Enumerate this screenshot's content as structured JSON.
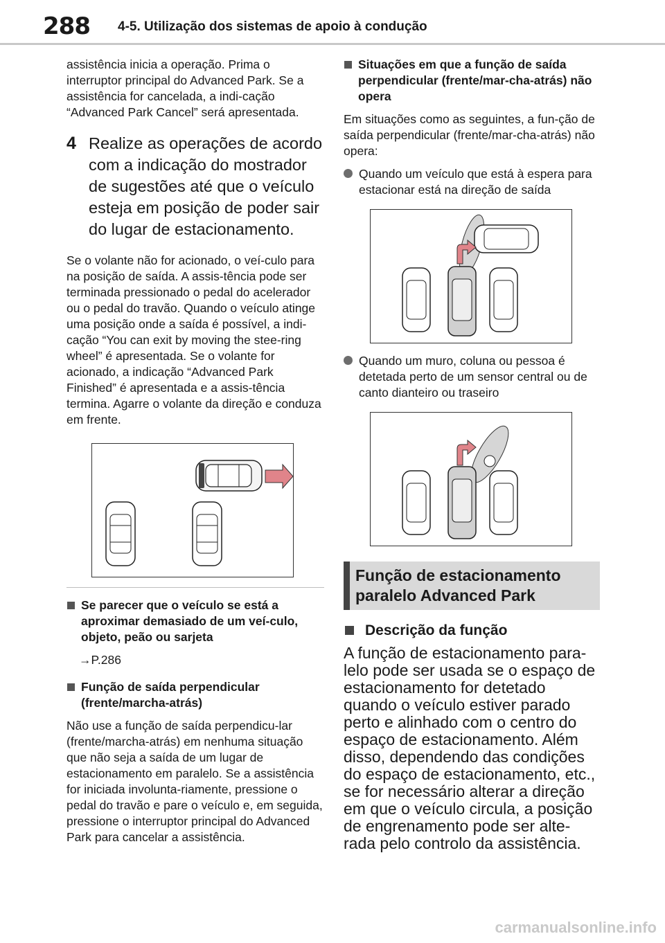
{
  "header": {
    "page_number": "288",
    "title": "4-5. Utilização dos sistemas de apoio à condução"
  },
  "left": {
    "intro": "assistência inicia a operação. Prima o interruptor principal do Advanced Park. Se a assistência for cancelada, a indi-cação “Advanced Park Cancel” será apresentada.",
    "step4_number": "4",
    "step4_text": "Realize as operações de acordo com a indicação do mostrador de sugestões até que o veículo esteja em posição de poder sair do lugar de estacionamento.",
    "step4_body": "Se o volante não for acionado, o veí-culo para na posição de saída. A assis-tência pode ser terminada pressionado o pedal do acelerador ou o pedal do travão. Quando o veículo atinge uma posição onde a saída é possível, a indi-cação “You can exit by moving the stee-ring wheel” é apresentada. Se o volante for acionado, a indicação “Advanced Park Finished” é apresentada e a assis-tência termina. Agarre o volante da direção e conduza em frente.",
    "note1_heading": "Se parecer que o veículo se está a aproximar demasiado de um veí-culo, objeto, peão ou sarjeta",
    "note1_ref": "→P.286",
    "note2_heading": "Função de saída perpendicular (frente/marcha-atrás)",
    "note2_body": "Não use a função de saída perpendicu-lar (frente/marcha-atrás) em nenhuma situação que não seja a saída de um lugar de estacionamento em paralelo. Se a assistência for iniciada involunta-riamente, pressione o pedal do travão e pare o veículo e, em seguida, pressione o interruptor principal do Advanced Park para cancelar a assistência."
  },
  "right": {
    "note3_heading": "Situações em que a função de saída perpendicular (frente/mar-cha-atrás) não opera",
    "note3_body": "Em situações como as seguintes, a fun-ção de saída perpendicular (frente/mar-cha-atrás) não opera:",
    "bullet1": "Quando um veículo que está à espera para estacionar está na direção de saída",
    "bullet2": "Quando um muro, coluna ou pessoa é detetada perto de um sensor central ou de canto dianteiro ou traseiro",
    "section_title": "Função de estacionamento paralelo Advanced Park",
    "desc_heading": "Descrição da função",
    "desc_body": "A função de estacionamento para-lelo pode ser usada se o espaço de estacionamento for detetado quando o veículo estiver parado perto e alinhado com o centro do espaço de estacionamento. Além disso, dependendo das condições do espaço de estacionamento, etc., se for necessário alterar a direção em que o veículo circula, a posição de engrenamento pode ser alte-rada pelo controlo da assistência."
  },
  "watermark": "carmanualsonline.info",
  "colors": {
    "accent_arrow": "#e0848a",
    "band": "#d9d9d9"
  }
}
